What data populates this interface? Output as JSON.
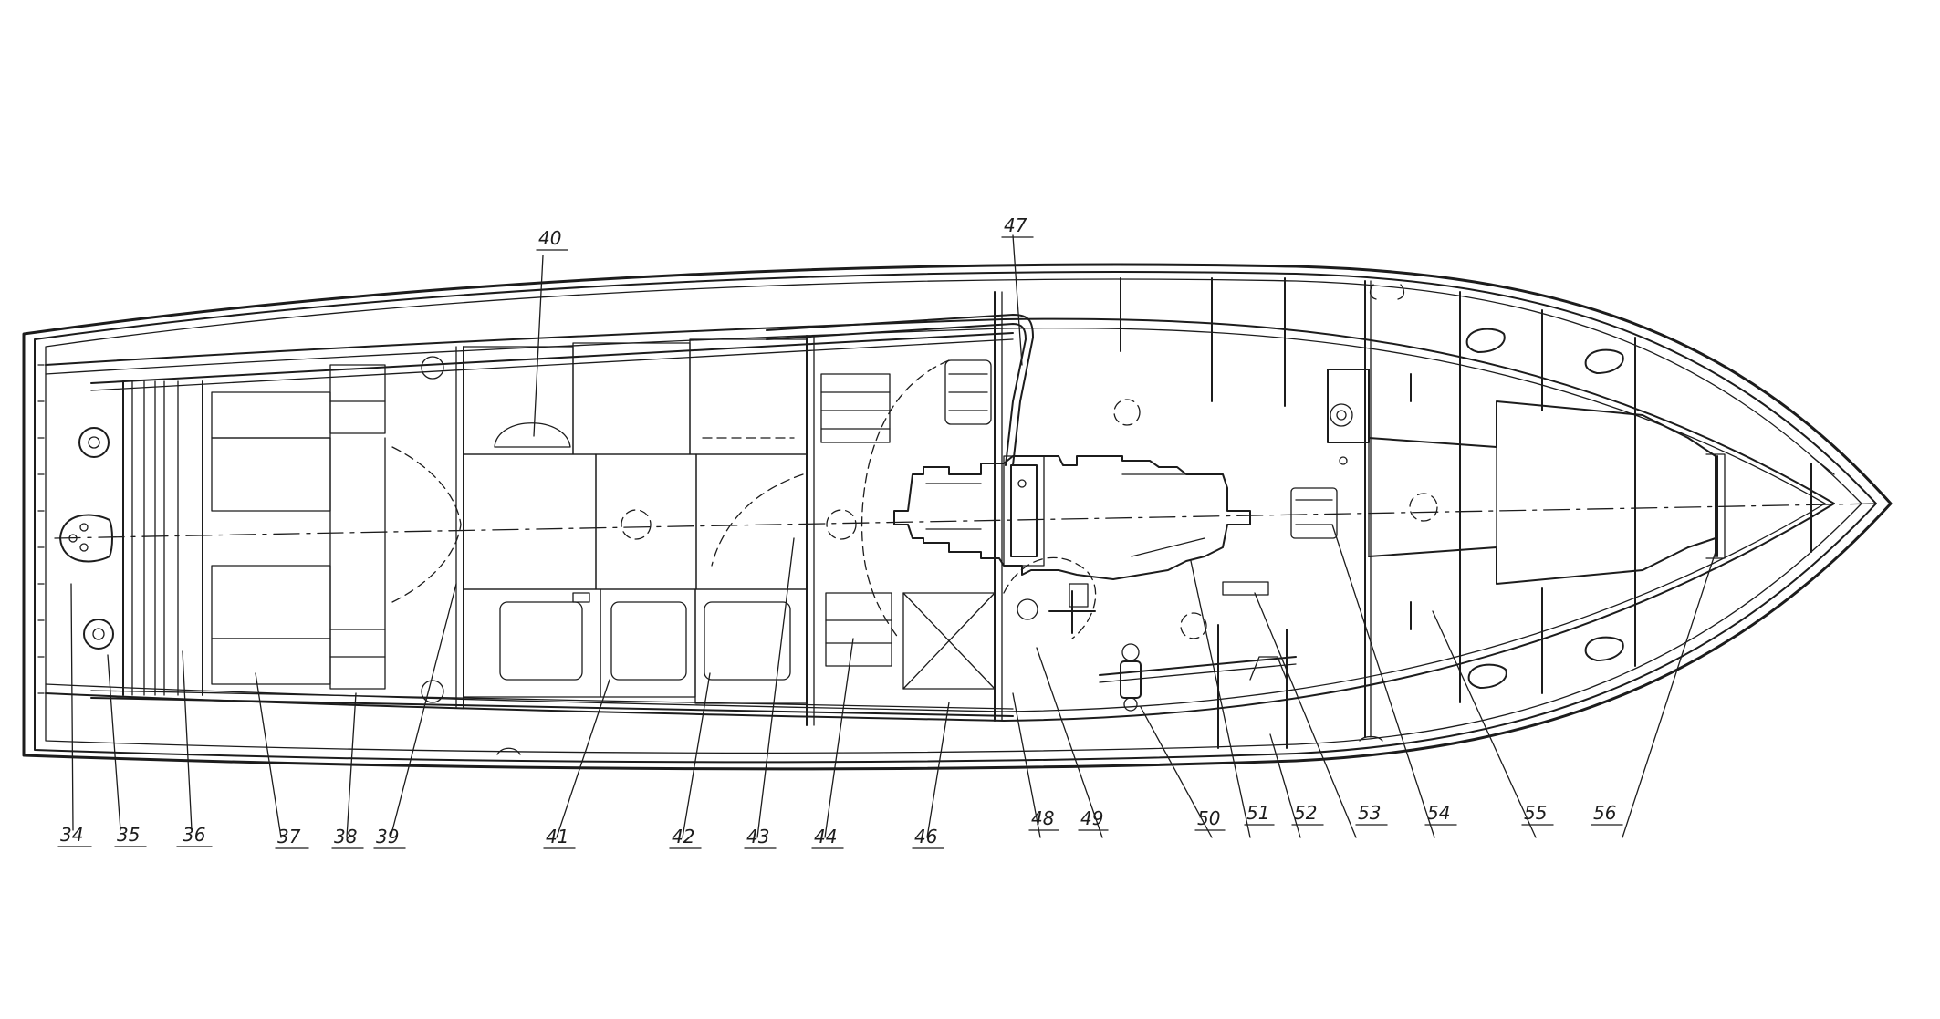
{
  "drawing": {
    "callouts": [
      "34",
      "35",
      "36",
      "37",
      "38",
      "39",
      "40",
      "41",
      "42",
      "43",
      "44",
      "46",
      "47",
      "48",
      "49",
      "50",
      "51",
      "52",
      "53",
      "54",
      "55",
      "56"
    ]
  }
}
